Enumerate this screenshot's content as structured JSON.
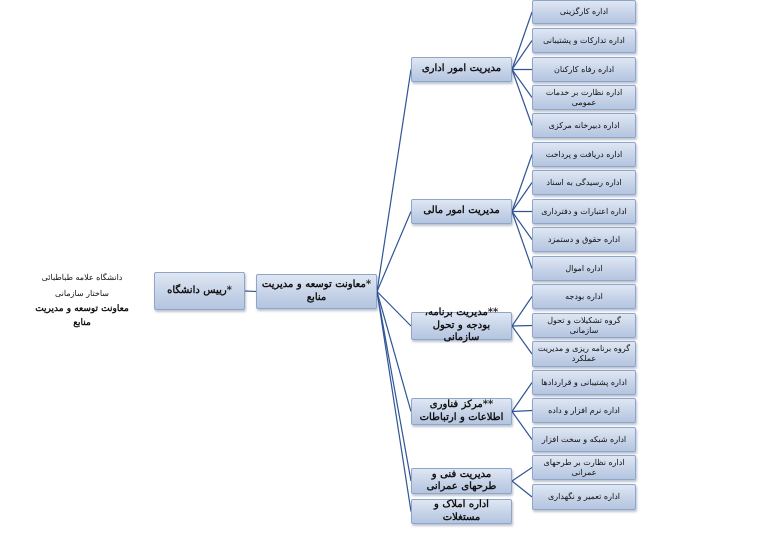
{
  "caption": {
    "university": "دانشگاه علامه طباطبائی",
    "subtitle": "ساختار سازمانی",
    "deputy": "معاونت توسعه و مدیریت منابع"
  },
  "colors": {
    "box_top": "#dfe7f3",
    "box_bottom": "#b4c5e0",
    "border": "#8fa6c9",
    "line": "#2f5597"
  },
  "president": "*رییس دانشگاه",
  "deputy": "*معاونت توسعه و مدیریت منابع",
  "departments": [
    {
      "label": "مدیریت امور اداری",
      "units": [
        "اداره کارگزینی",
        "اداره تدارکات و پشتیبانی",
        "اداره رفاه کارکنان",
        "اداره نظارت بر خدمات عمومی",
        "اداره دبیرخانه مرکزی"
      ]
    },
    {
      "label": "مدیریت امور مالی",
      "units": [
        "اداره دریافت و پرداخت",
        "اداره رسیدگی به اسناد",
        "اداره اعتبارات و دفترداری",
        "اداره حقوق و دستمزد",
        "اداره اموال"
      ]
    },
    {
      "label": "**مدیریت برنامه، بودجه و تحول سازمانی",
      "units": [
        "اداره بودجه",
        "گروه تشکیلات و تحول سازمانی",
        "گروه برنامه ریزی و مدیریت عملکرد"
      ]
    },
    {
      "label": "**مرکز فناوری اطلاعات و ارتباطات",
      "units": [
        "اداره پشتیبانی و قراردادها",
        "اداره نرم افزار و داده",
        "اداره شبکه و سخت افزار"
      ]
    },
    {
      "label": "مدیریت فنی و طرحهای عمرانی",
      "units": [
        "اداره نظارت بر طرحهای عمرانی",
        "اداره تعمیر و نگهداری"
      ]
    },
    {
      "label": "اداره املاک و مستغلات",
      "units": []
    }
  ]
}
